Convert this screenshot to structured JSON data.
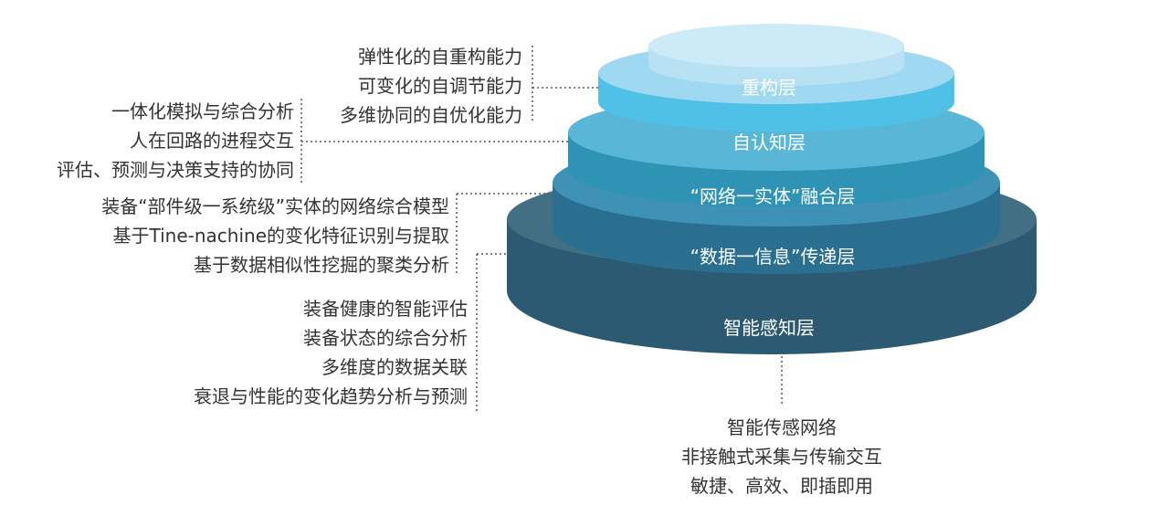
{
  "layers": [
    {
      "label": "重构层"
    },
    {
      "label": "自认知层"
    },
    {
      "label": "“网络一实体”融合层"
    },
    {
      "label": "“数据一信息”传递层"
    },
    {
      "label": "智能感知层"
    }
  ],
  "annotations": {
    "reconstruction": [
      "弹性化的自重构能力",
      "可变化的自调节能力",
      "多维协同的自优化能力"
    ],
    "self_cognition": [
      "一体化模拟与综合分析",
      "人在回路的进程交互",
      "评估、预测与决策支持的协同"
    ],
    "fusion": [
      "装备“部件级一系统级”实体的网络综合模型",
      "基于Tine-nachine的变化特征识别与提取",
      "基于数据相似性挖掘的聚类分析"
    ],
    "transmission": [
      "装备健康的智能评估",
      "装备状态的综合分析",
      "多维度的数据关联",
      "衰退与性能的变化趋势分析与预测"
    ],
    "perception": [
      "智能传感网络",
      "非接触式采集与传输交互",
      "敏捷、高效、即插即用"
    ]
  },
  "colors": {
    "layer_top": [
      "#cdebf7",
      "#9fd9f1",
      "#5ab6d6",
      "#3f92b5",
      "#436f85"
    ],
    "layer_side": [
      "#b8e2f3",
      "#4fc0e6",
      "#2f93b5",
      "#2a6f8f",
      "#2c5a73"
    ]
  }
}
